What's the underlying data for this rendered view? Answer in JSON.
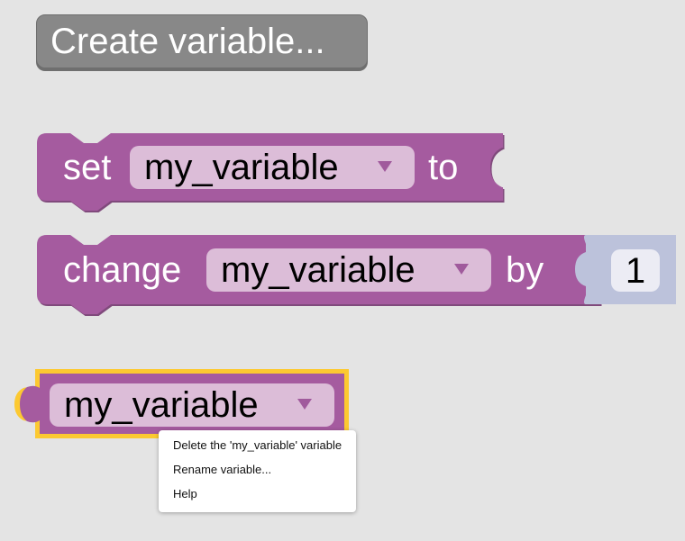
{
  "toolbox": {
    "create_variable_label": "Create variable..."
  },
  "blocks": {
    "set_block": {
      "label": "set",
      "variable": "my_variable",
      "suffix": "to"
    },
    "change_block": {
      "label": "change",
      "variable": "my_variable",
      "suffix": "by",
      "value": "1"
    },
    "getter_block": {
      "variable": "my_variable"
    }
  },
  "context_menu": {
    "items": [
      {
        "label": "Delete the 'my_variable' variable"
      },
      {
        "label": "Rename variable..."
      },
      {
        "label": "Help"
      }
    ]
  },
  "colors": {
    "background": "#e4e4e4",
    "variable_block": "#a55b9f",
    "variable_block_border": "#804a7c",
    "variable_field": "#dcbdd8",
    "math_block": "#bcc2db",
    "selected_highlight": "#fcc931",
    "button": "#888888"
  },
  "icons": {
    "dropdown": "triangle-down"
  }
}
